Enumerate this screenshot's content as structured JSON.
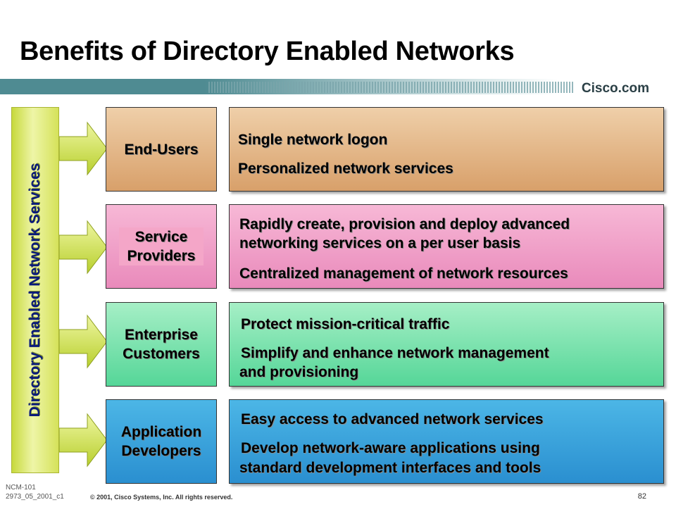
{
  "title": "Benefits of Directory Enabled Networks",
  "brand": "Cisco.com",
  "vertical_label": "Directory Enabled Network Services",
  "rows": [
    {
      "category": [
        "End-Users"
      ],
      "bullets": [
        "Single network logon",
        "Personalized network services"
      ]
    },
    {
      "category": [
        "Service",
        "Providers"
      ],
      "bullets": [
        "Rapidly create, provision and deploy advanced",
        "networking services on a per user basis",
        "Centralized management of network resources"
      ]
    },
    {
      "category": [
        "Enterprise",
        "Customers"
      ],
      "bullets": [
        "Protect mission-critical traffic",
        "Simplify and enhance network management",
        "and provisioning"
      ]
    },
    {
      "category": [
        "Application",
        "Developers"
      ],
      "bullets": [
        "Easy access to advanced network services",
        "Develop network-aware applications using",
        "standard development interfaces and tools"
      ]
    }
  ],
  "footer": {
    "code_line1": "NCM-101",
    "code_line2": "2973_05_2001_c1",
    "copyright": "© 2001, Cisco Systems, Inc. All rights reserved.",
    "page": "82"
  },
  "colors": {
    "band": "#4f8b92",
    "end_users": "#d8a06a",
    "service_providers": "#e98abb",
    "enterprise": "#55d698",
    "developers": "#2a8fd0",
    "arrow": "#c7d93c"
  }
}
